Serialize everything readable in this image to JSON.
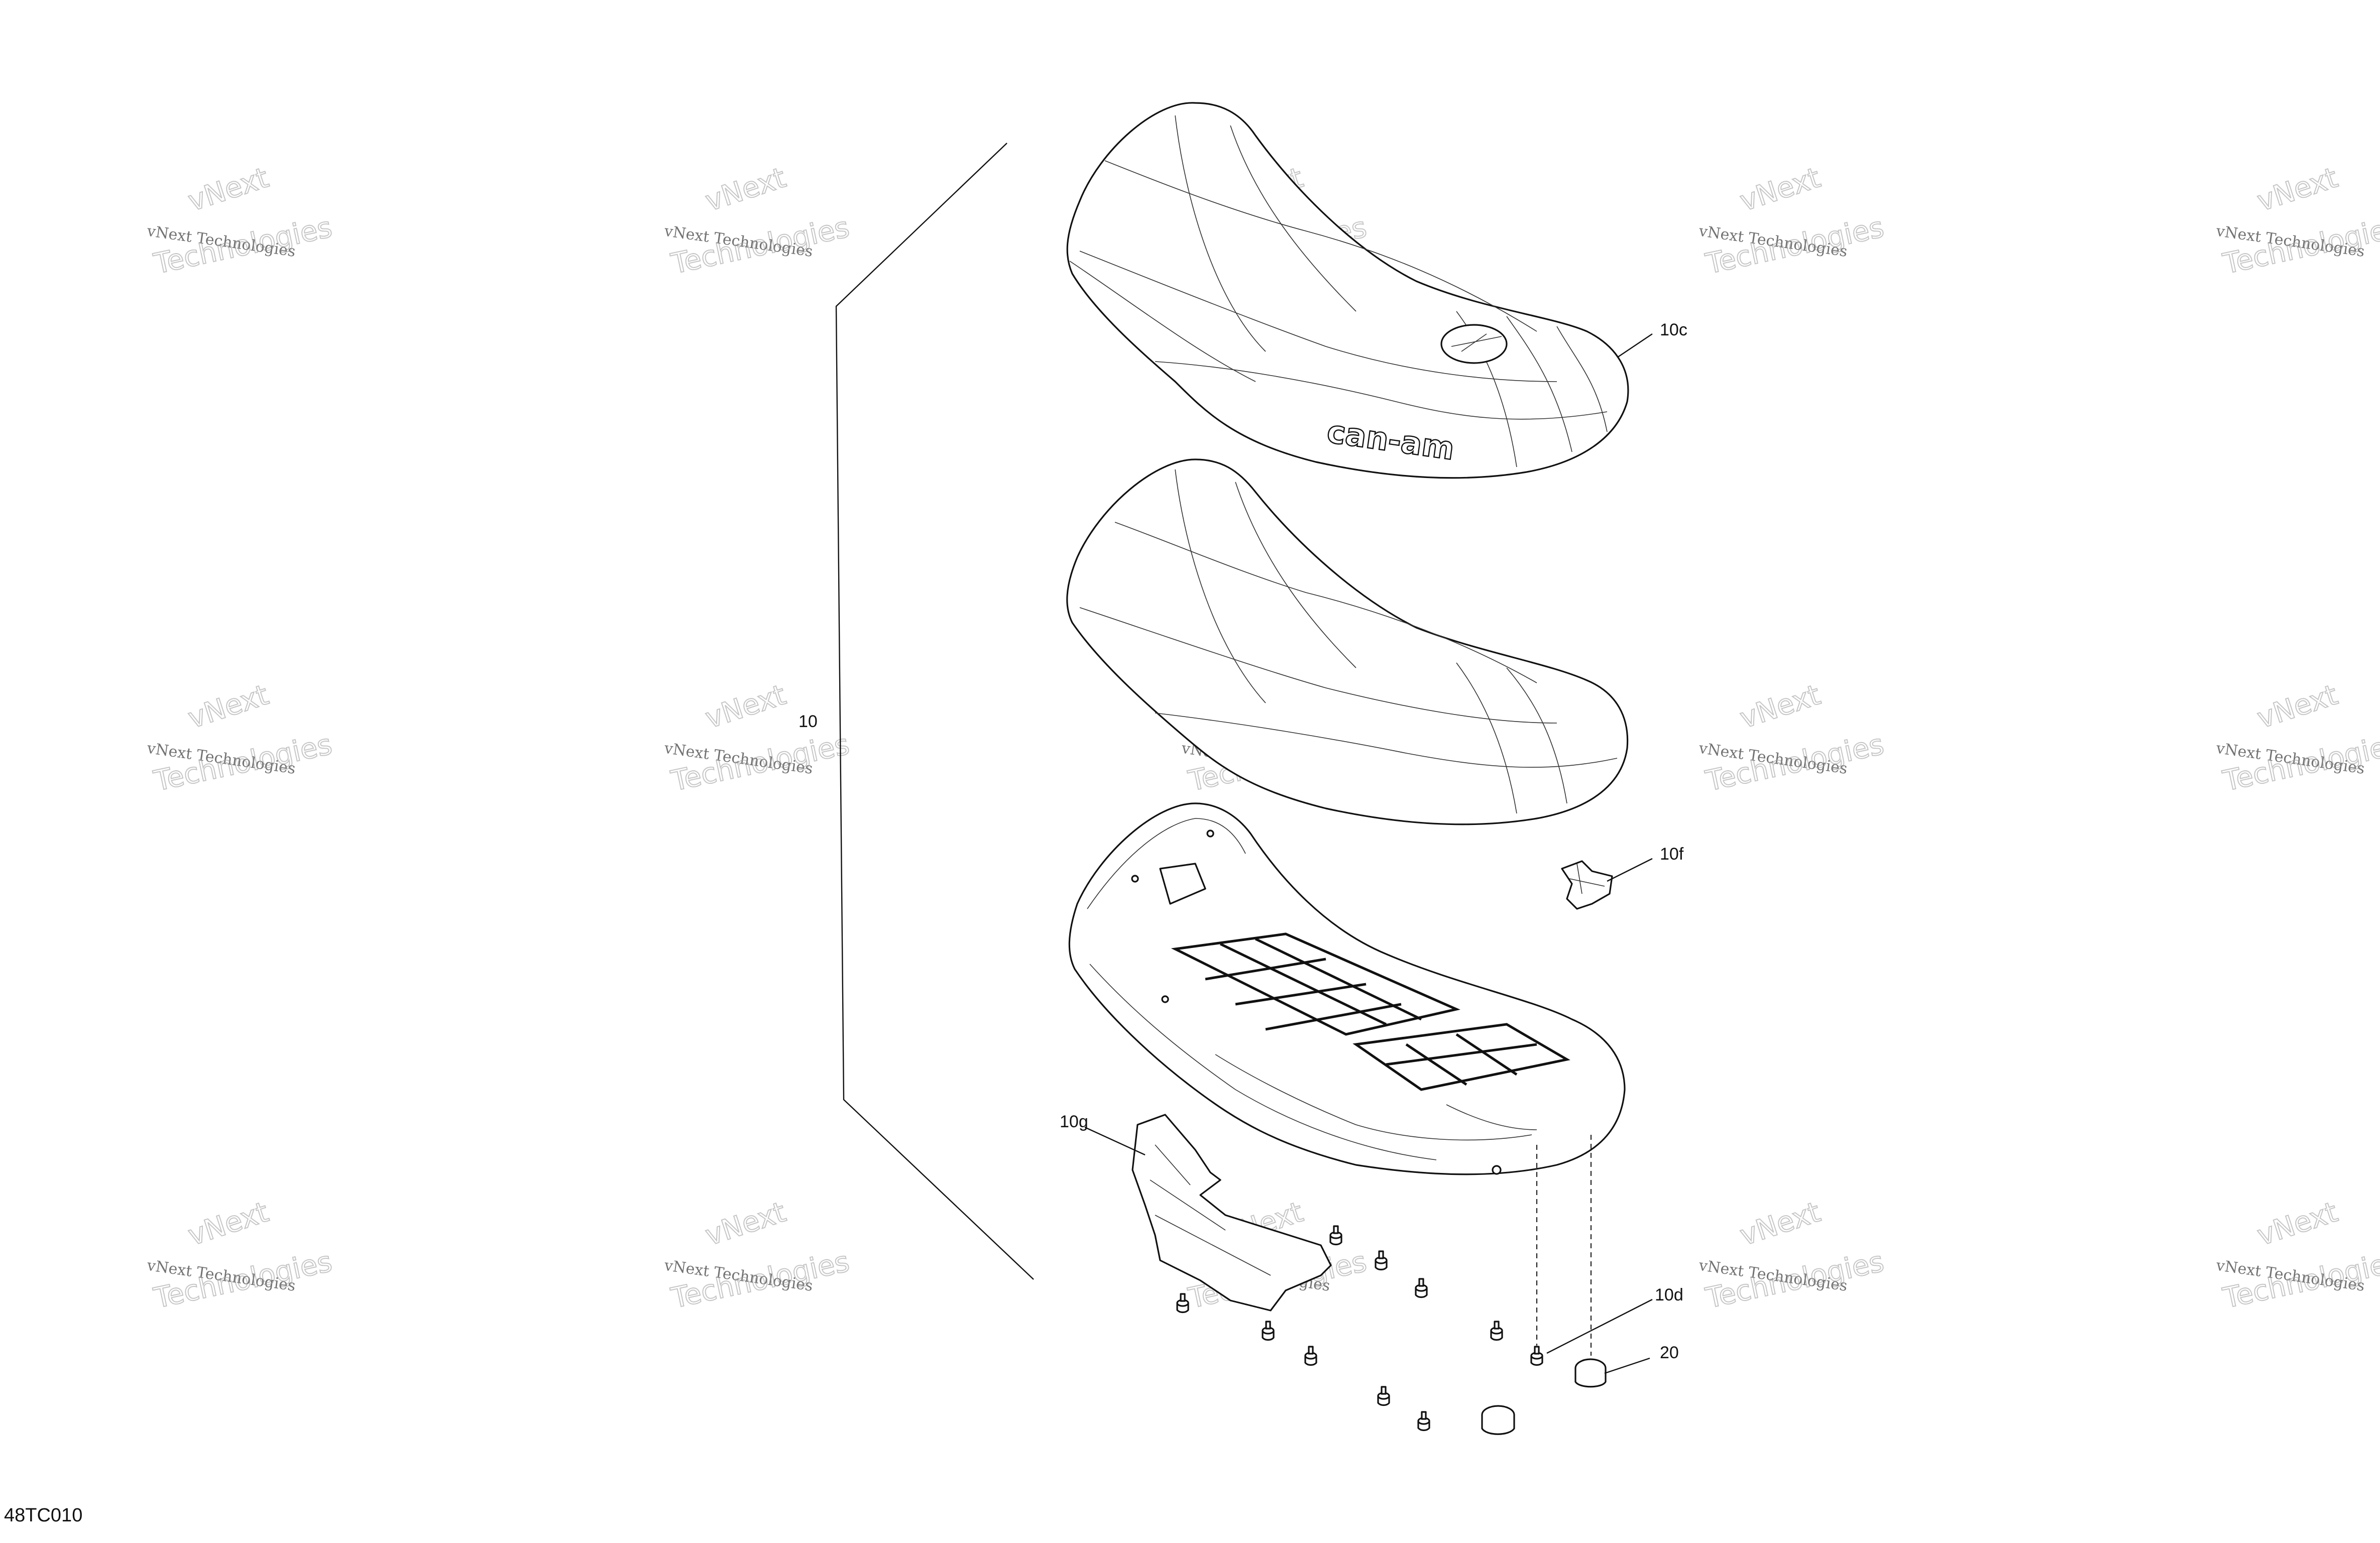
{
  "figure_id": "48TC010",
  "callouts": {
    "assembly": "10",
    "cover": "10c",
    "clip": "10f",
    "heat_shield": "10g",
    "grommet": "10d",
    "bumper": "20"
  },
  "seat_logo": "can-am",
  "watermark": {
    "line1": "vNext Technologies",
    "line2": "Technologies",
    "line3": "vNext"
  }
}
